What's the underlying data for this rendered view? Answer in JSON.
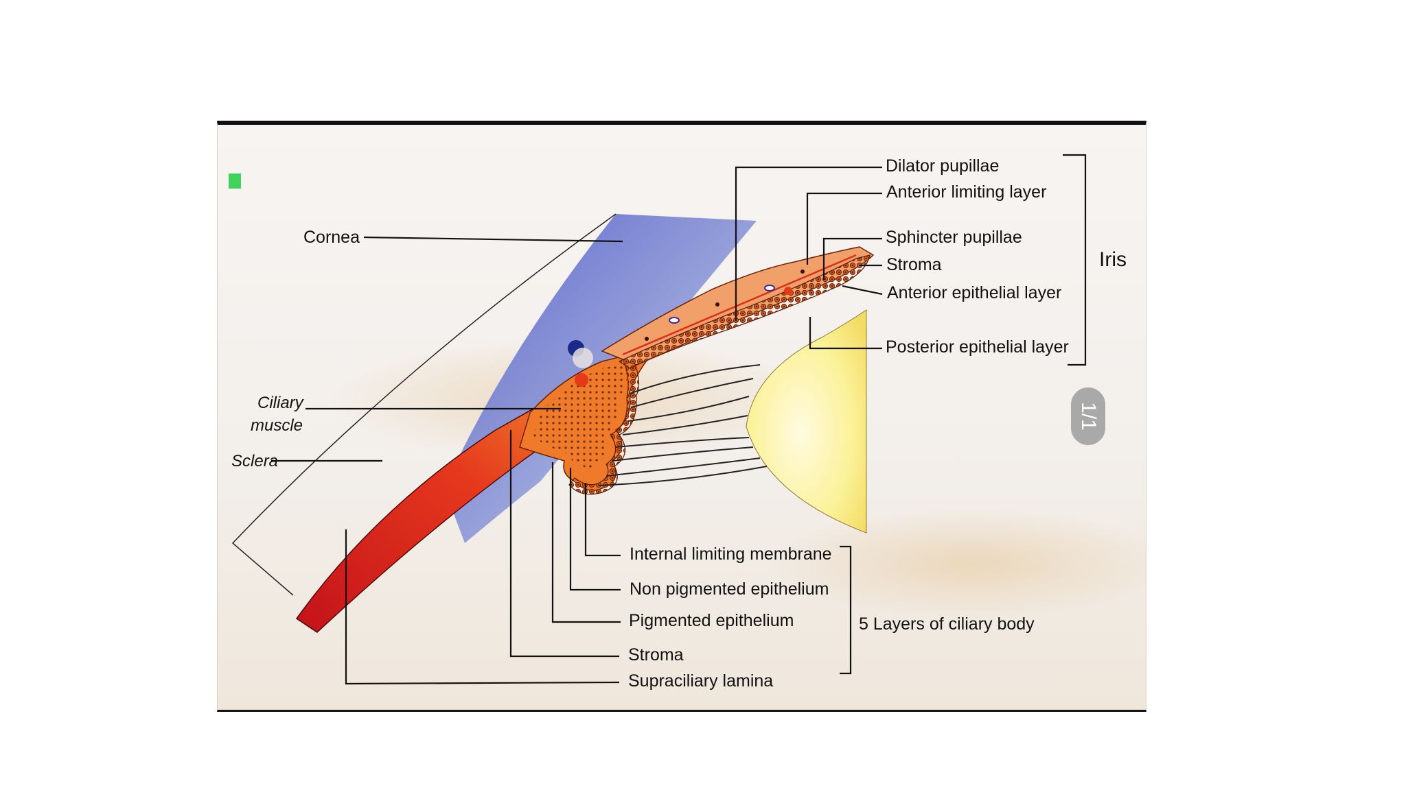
{
  "labels": {
    "cornea": "Cornea",
    "ciliary_muscle_1": "Ciliary",
    "ciliary_muscle_2": "muscle",
    "sclera": "Sclera",
    "dilator_pupillae": "Dilator pupillae",
    "anterior_limiting_layer": "Anterior limiting layer",
    "sphincter_pupillae": "Sphincter pupillae",
    "iris_stroma": "Stroma",
    "anterior_epithelial_layer": "Anterior epithelial layer",
    "posterior_epithelial_layer": "Posterior epithelial layer",
    "iris": "Iris",
    "internal_limiting_membrane": "Internal limiting membrane",
    "non_pigmented_epithelium": "Non pigmented epithelium",
    "pigmented_epithelium": "Pigmented epithelium",
    "ciliary_stroma": "Stroma",
    "supraciliary_lamina": "Supraciliary lamina",
    "ciliary_body_group": "5 Layers of ciliary body"
  },
  "page_indicator": "1/1",
  "colors": {
    "cornea": "#5a6ad0",
    "sclera": "#d9261c",
    "ciliary_body": "#ef7a2a",
    "iris": "#f2a06a",
    "lens": "#fbf29a",
    "marker": "#3fd35c"
  }
}
